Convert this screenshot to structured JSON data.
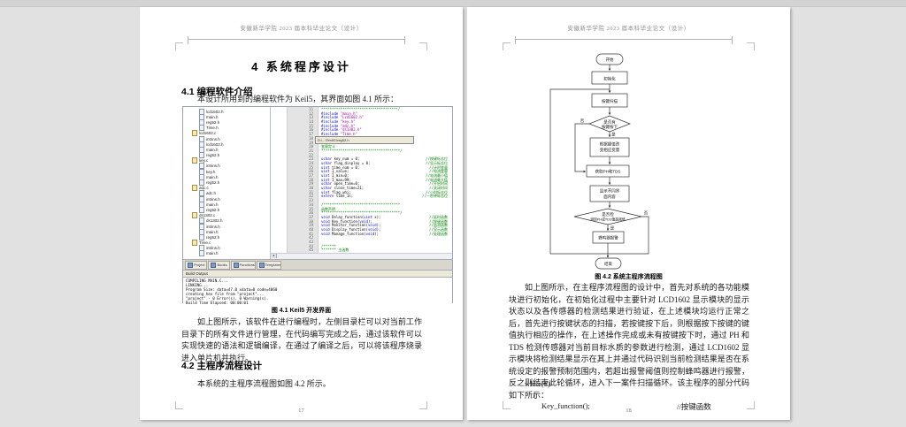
{
  "doc": {
    "header": "安徽新华学院 2023 届本科毕业论文（设计）"
  },
  "left_page": {
    "title": "4  系统程序设计",
    "section1_heading": "4.1 编程软件介绍",
    "section1_intro": "本设计所用到的编程软件为 Keil5，其界面如图 4.1 所示：",
    "figure1_caption": "图 4.1 Keil5 开发界面",
    "para1": "如上图所示，该软件在进行编程时，左侧目录栏可以对当前工作目录下的所有文件进行管理，在代码编写完成之后，通过该软件可以实现快速的语法和逻辑编译，在通过了编译之后，可以将该程序烧录进入单片机并执行。",
    "section2_heading": "4.2 主程序流程设计",
    "section2_intro": "本系统的主程序流程图如图 4.2 所示。",
    "page_number": "17"
  },
  "right_page": {
    "figure2_caption": "图 4.2 系统主程序流程图",
    "para1": "如上图所示，在主程序流程图的设计中，首先对系统的各功能模块进行初始化，在初始化过程中主要针对 LCD1602 显示模块的显示状态以及各传感器的检测结果进行验证，在上述模块均运行正常之后，首先进行按键状态的扫描，若按键按下后，则根据按下按键的键值执行相应的操作，在上述操作完成或未有按键按下时，通过 PH 和 TDS 检测传感器对当前目标水质的参数进行检测，通过 LCD1602 显示模块将检测结果显示在其上并通过代码识别当前检测结果是否在系统设定的报警预制范围内，若超出报警阈值则控制蜂鸣器进行报警，反之则结束此轮循环，进入下一案件扫描循环。该主程序的部分代码如下所示：",
    "code_rows": [
      "while(1)",
      "{",
      "Key_function();"
    ],
    "code_comment": "//按键函数",
    "page_number": "18"
  },
  "flowchart": {
    "start": "开始",
    "init": "初始化",
    "scan": "按键扫描",
    "d1_line1": "是否有",
    "d1_line2": "按键按下",
    "d1_no": "否",
    "d1_yes": "是",
    "keyval_line1": "根据键值改",
    "keyval_line2": "变相应变量",
    "get": "获取PH和TDS",
    "disp_line1": "显示不同界",
    "disp_line2": "面内容",
    "d2_line1": "是否检",
    "d2_line2": "测到PH或TDS值超阈值",
    "d2_no": "否",
    "d2_yes": "是",
    "buzz": "蜂鸣器报警",
    "end": "结束"
  },
  "keil": {
    "palette": {
      "com": "#007f00",
      "kw": "#0000cc",
      "str": "#9b009b",
      "pl": "#000000",
      "num": "#000000"
    },
    "icons": {
      "file_icon": "page-rectangle",
      "folder_icon": "yellow-box",
      "tab_icon": "blue-box",
      "scroll_left_arrow": "◄"
    },
    "tooltip": "D:\\...\\Text\\C\\reg52.h",
    "tabs": [
      "Project",
      "Books",
      "Functions",
      "Templates"
    ],
    "tree": [
      {
        "label": "lcd1602.h",
        "d": 2
      },
      {
        "label": "main.h",
        "d": 2
      },
      {
        "label": "reg52.h",
        "d": 2
      },
      {
        "label": "Time.h",
        "d": 2
      },
      {
        "label": "lcd1602.c",
        "d": 1,
        "g": true
      },
      {
        "label": "intrins.h",
        "d": 2
      },
      {
        "label": "lcd1602.h",
        "d": 2
      },
      {
        "label": "main.h",
        "d": 2
      },
      {
        "label": "reg52.h",
        "d": 2
      },
      {
        "label": "key.c",
        "d": 1,
        "g": true
      },
      {
        "label": "intrins.h",
        "d": 2
      },
      {
        "label": "key.h",
        "d": 2
      },
      {
        "label": "main.h",
        "d": 2
      },
      {
        "label": "reg52.h",
        "d": 2
      },
      {
        "label": "adc.c",
        "d": 1,
        "g": true
      },
      {
        "label": "adc.h",
        "d": 2
      },
      {
        "label": "intrins.h",
        "d": 2
      },
      {
        "label": "main.h",
        "d": 2
      },
      {
        "label": "reg52.h",
        "d": 2
      },
      {
        "label": "ds1302.c",
        "d": 1,
        "g": true
      },
      {
        "label": "ds1302.h",
        "d": 2
      },
      {
        "label": "intrins.h",
        "d": 2
      },
      {
        "label": "main.h",
        "d": 2
      },
      {
        "label": "reg52.h",
        "d": 2
      },
      {
        "label": "Time.c",
        "d": 1,
        "g": true
      },
      {
        "label": "intrins.h",
        "d": 2
      },
      {
        "label": "main.h",
        "d": 2
      }
    ],
    "code": [
      {
        "n": 11,
        "s": [
          [
            "************************************/",
            "com"
          ]
        ]
      },
      {
        "n": 12,
        "s": [
          [
            "#include ",
            "kw"
          ],
          [
            "\"main.h\"",
            "str"
          ]
        ]
      },
      {
        "n": 13,
        "s": [
          [
            "#include ",
            "kw"
          ],
          [
            "\"Lcd1602.h\"",
            "str"
          ]
        ]
      },
      {
        "n": 14,
        "s": [
          [
            "#include ",
            "kw"
          ],
          [
            "\"key.h\"",
            "str"
          ]
        ]
      },
      {
        "n": 15,
        "s": [
          [
            "#include ",
            "kw"
          ],
          [
            "\"adc.h\"",
            "str"
          ]
        ]
      },
      {
        "n": 16,
        "s": [
          [
            "#include ",
            "kw"
          ],
          [
            "\"ds1302.h\"",
            "str"
          ]
        ]
      },
      {
        "n": 17,
        "s": [
          [
            "#include ",
            "kw"
          ],
          [
            "\"Time.h\"",
            "str"
          ]
        ]
      },
      {
        "n": 18,
        "s": []
      },
      {
        "n": 19,
        "s": [
          [
            "/************************************",
            "com"
          ]
        ]
      },
      {
        "n": 20,
        "s": [
          [
            "变量定义",
            "com"
          ]
        ]
      },
      {
        "n": 21,
        "s": [
          [
            "*************************************/",
            "com"
          ]
        ]
      },
      {
        "n": 22,
        "s": []
      },
      {
        "n": 23,
        "s": [
          [
            "uchar",
            "kw"
          ],
          [
            " key_num = ",
            "pl"
          ],
          [
            "0",
            "num"
          ],
          [
            ";",
            "pl"
          ]
        ],
        "m": "//按键标志位"
      },
      {
        "n": 24,
        "s": [
          [
            "uchar",
            "kw"
          ],
          [
            " flag_display = ",
            "pl"
          ],
          [
            "0",
            "num"
          ],
          [
            ";",
            "pl"
          ]
        ],
        "m": "//显示标志位"
      },
      {
        "n": 25,
        "s": [
          [
            "uint",
            "kw"
          ],
          [
            " time_num = ",
            "pl"
          ],
          [
            "0",
            "num"
          ],
          [
            ";",
            "pl"
          ]
        ],
        "m": "//计时变量"
      },
      {
        "n": 26,
        "s": [
          [
            "uint",
            "kw"
          ],
          [
            " I_value;",
            "pl"
          ]
        ],
        "m": "//电流变量"
      },
      {
        "n": 27,
        "s": [
          [
            "uint",
            "kw"
          ],
          [
            " I_min=",
            "pl"
          ],
          [
            "0",
            "num"
          ],
          [
            ";",
            "pl"
          ]
        ],
        "m": "//电流最小值"
      },
      {
        "n": 28,
        "s": [
          [
            "uint",
            "kw"
          ],
          [
            " I_max=",
            "pl"
          ],
          [
            "99",
            "num"
          ],
          [
            ";",
            "pl"
          ]
        ],
        "m": "//电流最大值"
      },
      {
        "n": 29,
        "s": [
          [
            "uchar",
            "kw"
          ],
          [
            " open_time=",
            "pl"
          ],
          [
            "0",
            "num"
          ],
          [
            ";",
            "pl"
          ]
        ],
        "m": "//开启时间"
      },
      {
        "n": 30,
        "s": [
          [
            "uchar",
            "kw"
          ],
          [
            " close_time=",
            "pl"
          ],
          [
            "21",
            "num"
          ],
          [
            ";",
            "pl"
          ]
        ],
        "m": "//关闭时间"
      },
      {
        "n": 31,
        "s": [
          [
            "uint",
            "kw"
          ],
          [
            " flag_whi;",
            "pl"
          ]
        ],
        "m": "//小时标志位"
      },
      {
        "n": 32,
        "s": [
          [
            "extern",
            "kw"
          ],
          [
            " time_1s;",
            "pl"
          ]
        ],
        "m": "//一秒钟标志位"
      },
      {
        "n": 33,
        "s": []
      },
      {
        "n": 34,
        "s": [
          [
            "/************************************",
            "com"
          ]
        ]
      },
      {
        "n": 35,
        "s": [
          [
            "函数声明",
            "com"
          ]
        ]
      },
      {
        "n": 36,
        "s": [
          [
            "*************************************/",
            "com"
          ]
        ]
      },
      {
        "n": 37,
        "s": [
          [
            "void",
            "kw"
          ],
          [
            " Delay_function(",
            "pl"
          ],
          [
            "uint",
            "kw"
          ],
          [
            " x);",
            "pl"
          ]
        ],
        "m": "//延时函数"
      },
      {
        "n": 38,
        "s": [
          [
            "void",
            "kw"
          ],
          [
            " Key_function(",
            "pl"
          ],
          [
            "void",
            "kw"
          ],
          [
            ");",
            "pl"
          ]
        ],
        "m": "//按键函数"
      },
      {
        "n": 39,
        "s": [
          [
            "void",
            "kw"
          ],
          [
            " Monitor_function(",
            "pl"
          ],
          [
            "void",
            "kw"
          ],
          [
            ");",
            "pl"
          ]
        ],
        "m": "//监测函数"
      },
      {
        "n": 40,
        "s": [
          [
            "void",
            "kw"
          ],
          [
            " Display_function(",
            "pl"
          ],
          [
            "void",
            "kw"
          ],
          [
            ");",
            "pl"
          ]
        ],
        "m": "//显示函数"
      },
      {
        "n": 41,
        "s": [
          [
            "void",
            "kw"
          ],
          [
            " Manage_function(",
            "pl"
          ],
          [
            "void",
            "kw"
          ],
          [
            ");",
            "pl"
          ]
        ],
        "m": "//处理函数"
      },
      {
        "n": 42,
        "s": []
      },
      {
        "n": 43,
        "s": []
      },
      {
        "n": 44,
        "s": [
          [
            "/******",
            "com"
          ]
        ]
      },
      {
        "n": 45,
        "s": [
          [
            "******* 主函数",
            "com"
          ]
        ]
      }
    ],
    "build_output": {
      "title": "Build Output",
      "lines": [
        "COMPILING MAIN.C...",
        "LINKING...",
        "Program Size: data=47.0 xdata=0 code=4060",
        "creating hex file from \"project\"...",
        "\"project\" - 0 Error(s), 0 Warning(s).",
        "Build Time Elapsed:  00:00:01"
      ]
    }
  }
}
